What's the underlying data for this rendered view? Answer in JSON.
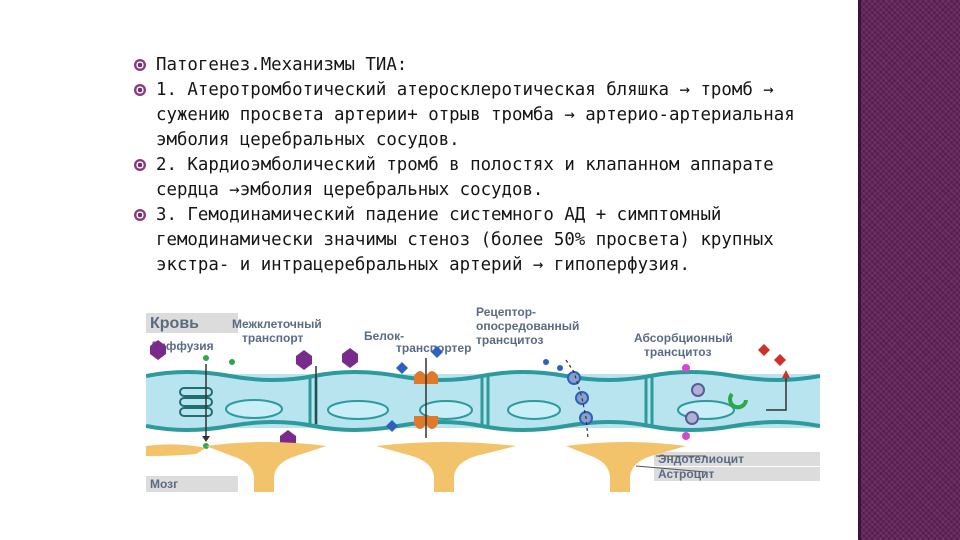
{
  "bullets": [
    "Патогенез.Механизмы ТИА:",
    "1. Атеротромботический атеросклеротическая бляшка → тромб → сужению просвета артерии+ отрыв тромба → артерио-артериальная  эмболия церебральных сосудов.",
    "2. Кардиоэмболический тромб в полостях и клапанном аппарате сердца →эмболия церебральных сосудов.",
    "3. Гемодинамический падение системного АД + симптомный гемодинамически значимы стеноз (более 50% просвета) крупных экстра- и интрацеребральных артерий → гипоперфузия."
  ],
  "diagram": {
    "label_blood": "Кровь",
    "label_diffusion": "Диффузия",
    "label_intercellular_1": "Межклеточный",
    "label_intercellular_2": "транспорт",
    "label_protein_1": "Белок-",
    "label_protein_2": "транспортер",
    "label_receptor_1": "Рецептор-",
    "label_receptor_2": "опосредованный",
    "label_receptor_3": "трансцитоз",
    "label_absorption_1": "Абсорбционный",
    "label_absorption_2": "трансцитоз",
    "label_endothelium": "Эндотелиоцит",
    "label_astrocyte": "Астроцит",
    "label_brain": "Мозг"
  },
  "colors": {
    "side_strip": "#5e1f55",
    "bullet_icon": "#7a2a6f",
    "cell_fill": "#b8e4f0",
    "cell_border": "#2e9a9c",
    "astrocyte": "#f2c36a",
    "label_bar": "#dcdcdc",
    "label_text": "#5b6b82"
  }
}
